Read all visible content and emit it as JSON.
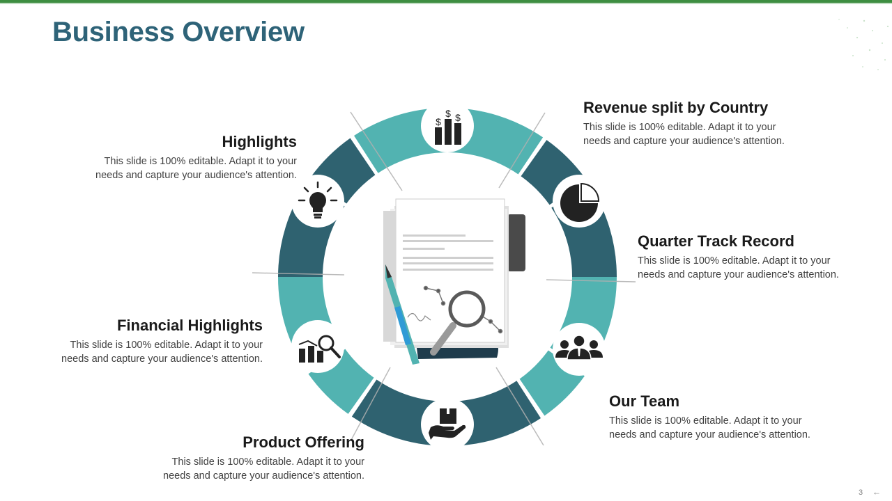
{
  "slide": {
    "title": "Business Overview",
    "page_number": "3"
  },
  "items": {
    "revenue": {
      "heading": "Revenue split by Country",
      "line1": "This slide is 100% editable. Adapt it to your",
      "line2": "needs and capture your audience's attention.",
      "icon": "dollar-bar-chart-icon"
    },
    "highlights": {
      "heading": "Highlights",
      "line1": "This slide is 100% editable. Adapt it to your",
      "line2": "needs and capture your audience's attention.",
      "icon": "lightbulb-icon"
    },
    "quarter": {
      "heading": "Quarter Track Record",
      "line1": "This slide is 100% editable. Adapt it to your",
      "line2": "needs and capture your audience's attention.",
      "icon": "pie-chart-icon"
    },
    "financial": {
      "heading": "Financial Highlights",
      "line1": "This slide is 100% editable. Adapt it to your",
      "line2": "needs and capture your audience's attention.",
      "icon": "chart-magnifier-icon"
    },
    "team": {
      "heading": "Our Team",
      "line1": "This slide is 100% editable. Adapt it to your",
      "line2": "needs and capture your audience's attention.",
      "icon": "team-icon"
    },
    "product": {
      "heading": "Product Offering",
      "line1": "This slide is 100% editable. Adapt it to your",
      "line2": "needs and capture your audience's attention.",
      "icon": "box-in-hand-icon"
    }
  },
  "colors": {
    "teal_light": "#52b3b1",
    "teal_dark": "#2f6270",
    "title": "#2e6378",
    "accent_green": "#3e8e41",
    "icon": "#222222"
  }
}
